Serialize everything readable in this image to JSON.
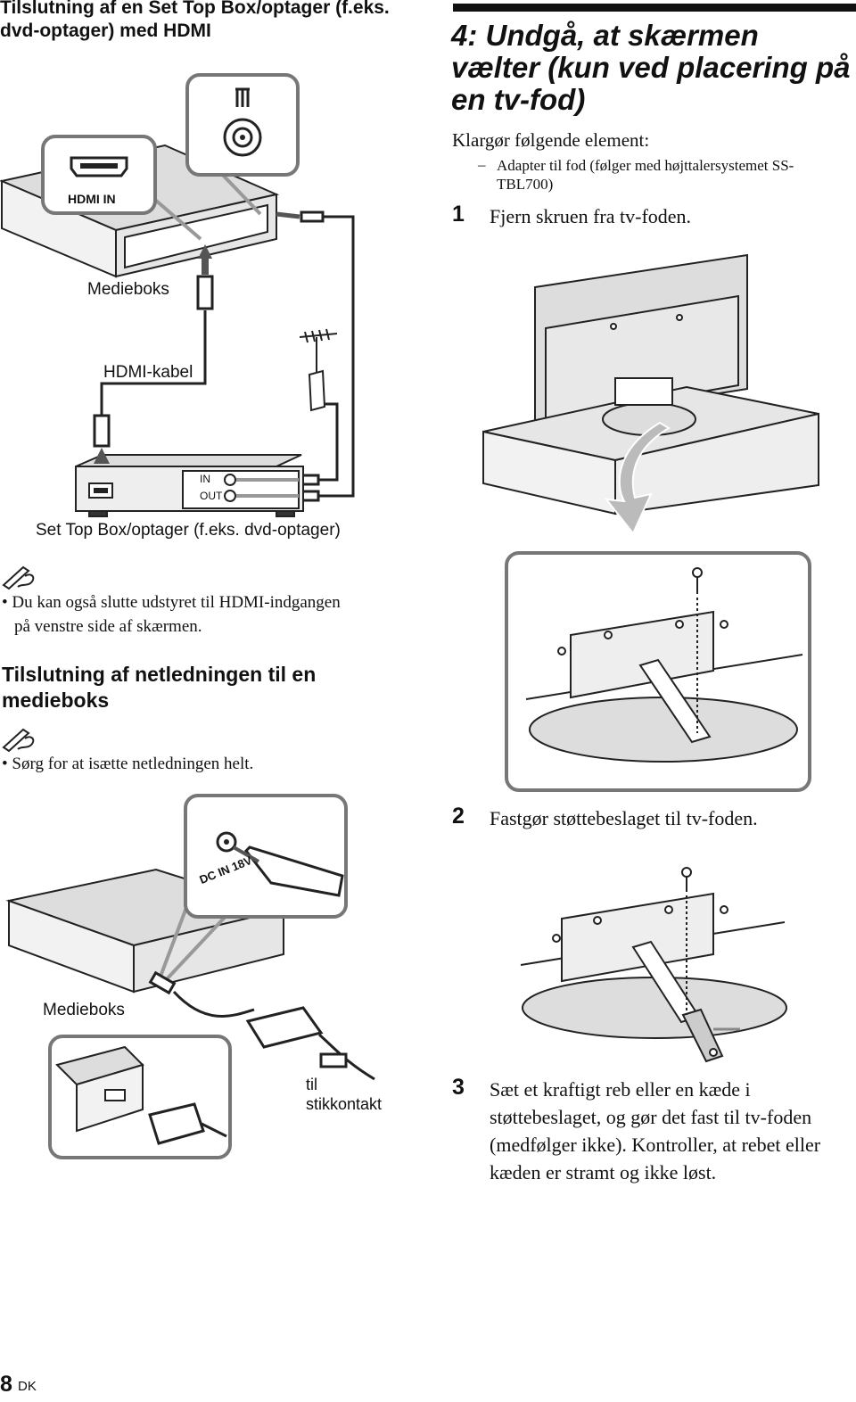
{
  "left": {
    "heading": "Tilslutning af en Set Top Box/optager (f.eks. dvd-optager) med HDMI",
    "hdmi_port_label": "HDMI IN",
    "label_medieboks_1": "Medieboks",
    "label_hdmi_kabel": "HDMI-kabel",
    "label_in": "IN",
    "label_out": "OUT",
    "label_settop": "Set Top Box/optager (f.eks. dvd-optager)",
    "note1_line1": "• Du kan også slutte udstyret til HDMI-indgangen",
    "note1_line2": "på venstre side af skærmen.",
    "subheading": "Tilslutning af netledningen til en medieboks",
    "note2": "• Sørg for at isætte netledningen helt.",
    "dc_in_label": "DC IN 18V",
    "label_medieboks_2": "Medieboks",
    "label_til": "til",
    "label_stikkontakt": "stikkontakt"
  },
  "right": {
    "heading": "4: Undgå, at skærmen vælter (kun ved placering på en tv-fod)",
    "intro": "Klargør følgende element:",
    "bullet_dash": "–",
    "bullet_text": "Adapter til fod (følger med højttalersystemet SS-TBL700)",
    "step1_num": "1",
    "step1_text": "Fjern skruen fra tv-foden.",
    "step2_num": "2",
    "step2_text": "Fastgør støttebeslaget til tv-foden.",
    "step3_num": "3",
    "step3_line1": "Sæt et kraftigt reb eller en kæde i",
    "step3_line2": "støttebeslaget, og gør det fast til tv-foden",
    "step3_line3": "(medfølger ikke). Kontroller, at rebet eller",
    "step3_line4": "kæden er stramt og ikke løst."
  },
  "footer": {
    "page_number": "8",
    "lang": "DK"
  },
  "icons": [
    "pencil-note-icon",
    "antenna-icon",
    "arrow-down-icon"
  ]
}
